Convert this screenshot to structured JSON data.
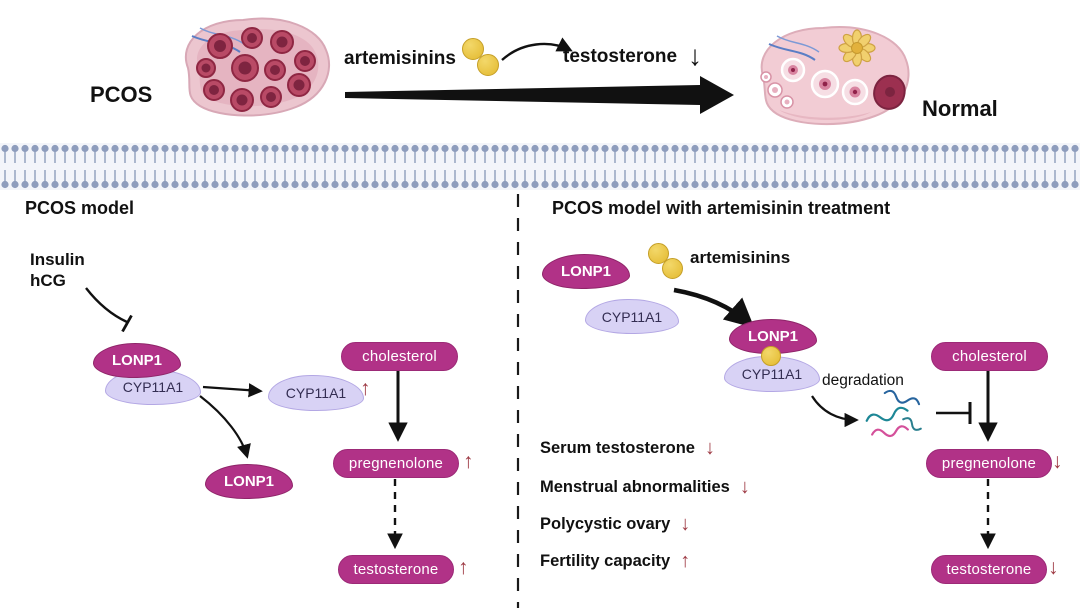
{
  "top": {
    "pcos_label": "PCOS",
    "artemisinins_label": "artemisinins",
    "testosterone_label": "testosterone",
    "testosterone_arrow": "↓",
    "normal_label": "Normal"
  },
  "left_panel": {
    "title": "PCOS model",
    "stimulus_line1": "Insulin",
    "stimulus_line2": "hCG",
    "complex": {
      "lonp1": "LONP1",
      "cyp11a1": "CYP11A1"
    },
    "cyp11a1_released": "CYP11A1",
    "cyp11a1_arrow": "↑",
    "lonp1_released": "LONP1",
    "pathway": {
      "cholesterol": "cholesterol",
      "pregnenolone": "pregnenolone",
      "pregnenolone_arrow": "↑",
      "testosterone": "testosterone",
      "testosterone_arrow": "↑"
    }
  },
  "right_panel": {
    "title": "PCOS model with artemisinin treatment",
    "lonp1_free": "LONP1",
    "cyp11a1_free": "CYP11A1",
    "artemisinins_label": "artemisinins",
    "complex": {
      "lonp1": "LONP1",
      "cyp11a1": "CYP11A1"
    },
    "degradation_label": "degradation",
    "pathway": {
      "cholesterol": "cholesterol",
      "pregnenolone": "pregnenolone",
      "pregnenolone_arrow": "↓",
      "testosterone": "testosterone",
      "testosterone_arrow": "↓"
    },
    "outcomes": [
      {
        "label": "Serum testosterone",
        "arrow": "↓"
      },
      {
        "label": "Menstrual abnormalities",
        "arrow": "↓"
      },
      {
        "label": "Polycystic ovary",
        "arrow": "↓"
      },
      {
        "label": "Fertility capacity",
        "arrow": "↑"
      }
    ]
  },
  "colors": {
    "pill_magenta": "#b13287",
    "blob_lavender": "#d8d2f5",
    "artemisinin_yellow": "#e9c43c",
    "arrow_red": "#9e3a44",
    "membrane_blue": "#8e9dbd"
  }
}
